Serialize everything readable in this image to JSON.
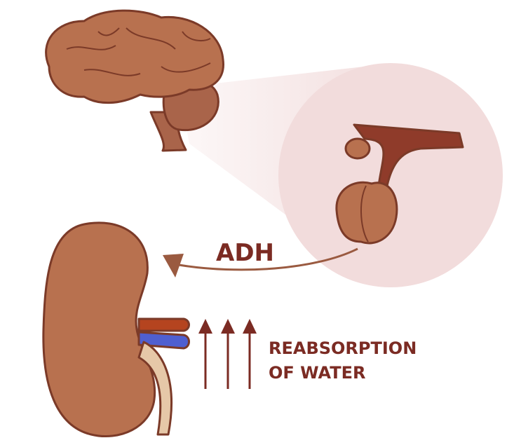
{
  "labels": {
    "hormone": "ADH",
    "effect_line1": "REABSORPTION",
    "effect_line2": "OF WATER"
  },
  "colors": {
    "organ": "#b8714f",
    "outline": "#7b3a28",
    "text": "#7b2b23",
    "zoom_circle": "#f2dcdc",
    "artery": "#b5441f",
    "vein": "#4f5fd0",
    "ureter": "#e6c8a8"
  }
}
